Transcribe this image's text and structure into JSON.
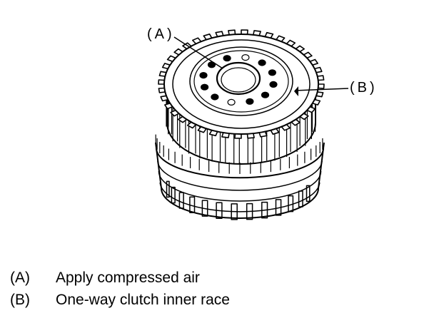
{
  "callouts": [
    {
      "label": "(A)"
    },
    {
      "label": "(B)"
    }
  ],
  "legend": [
    {
      "key": "(A)",
      "text": "Apply compressed air"
    },
    {
      "key": "(B)",
      "text": "One-way clutch inner race"
    }
  ]
}
